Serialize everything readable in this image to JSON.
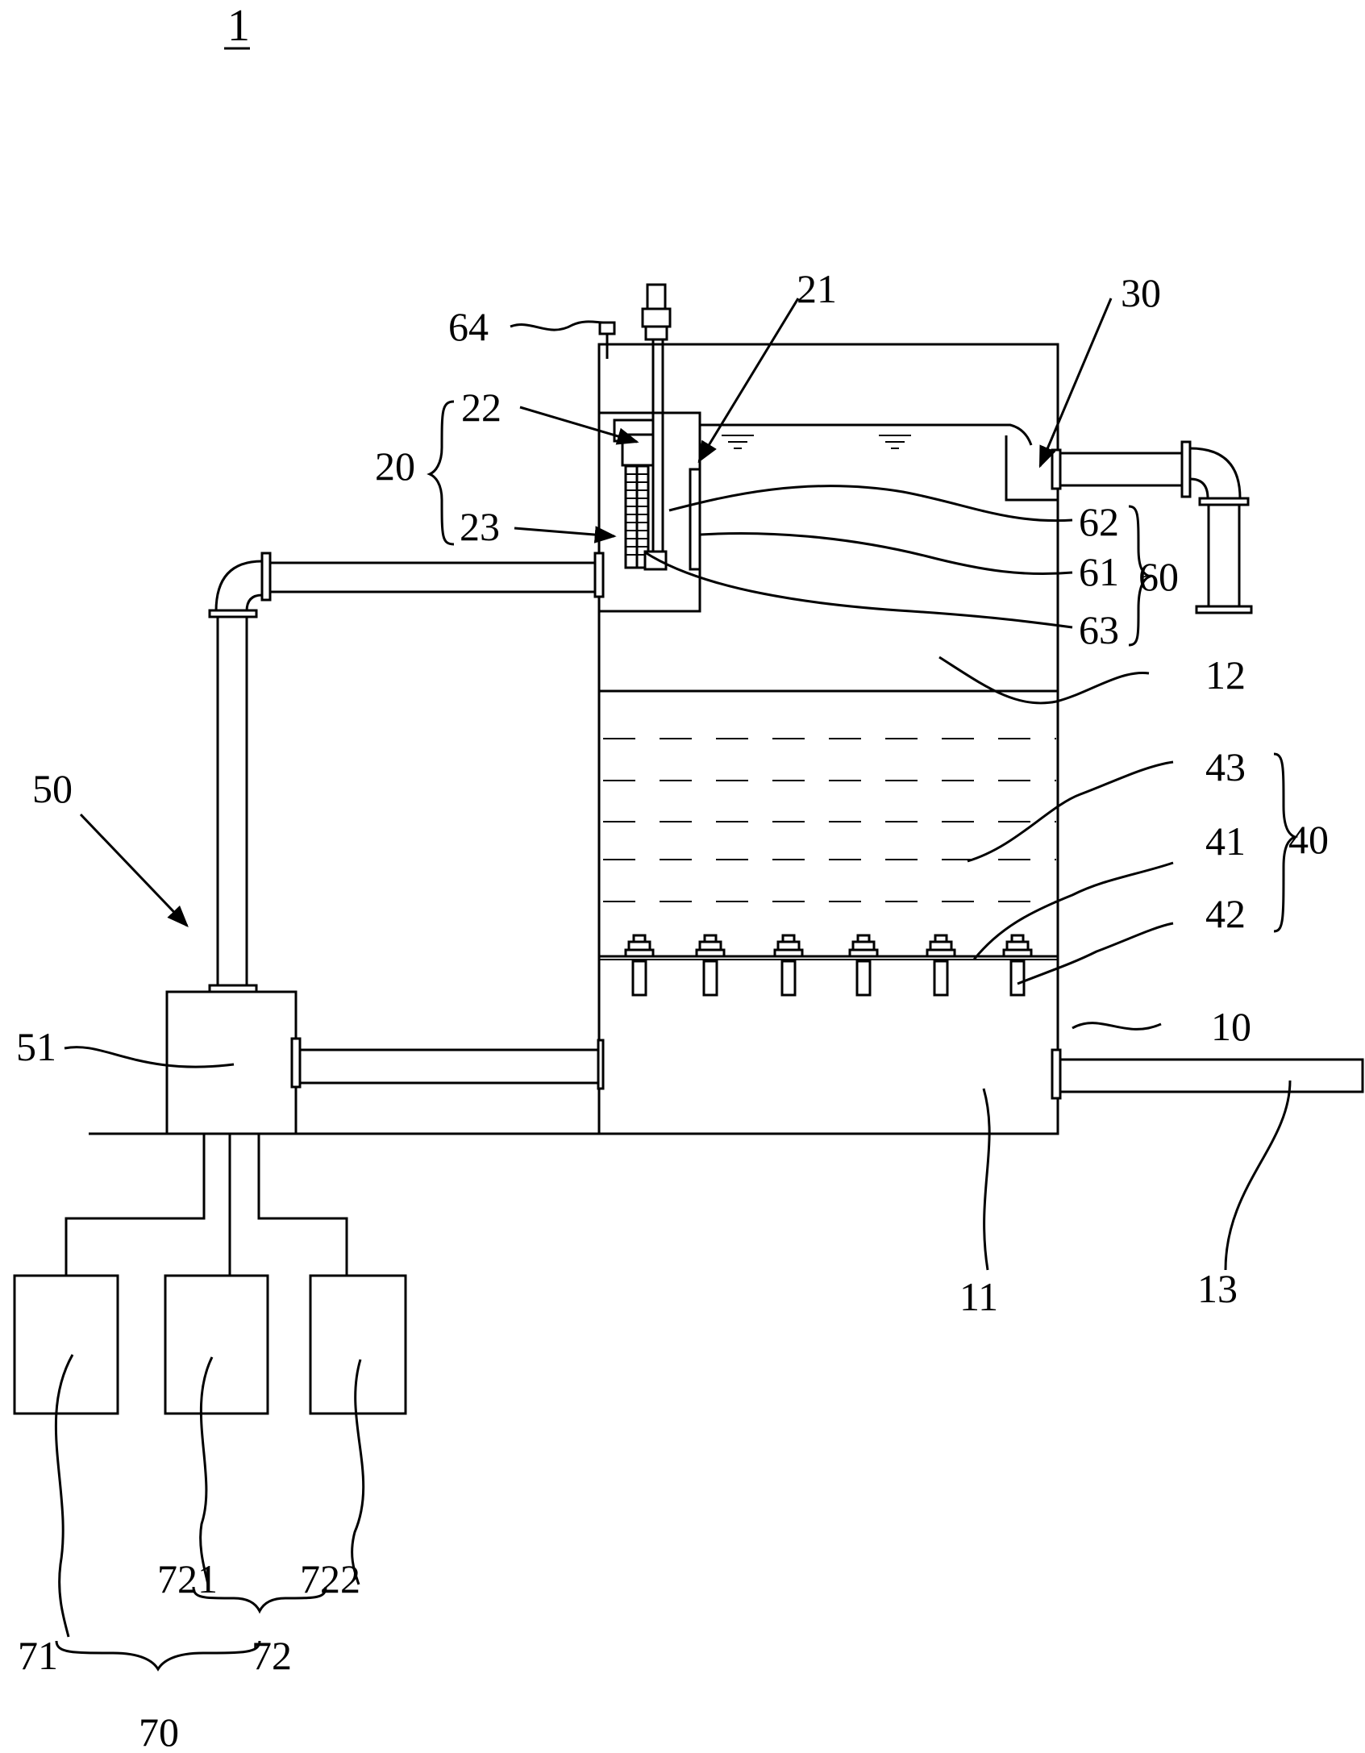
{
  "figure_number": "1",
  "labels": {
    "l10": "10",
    "l11": "11",
    "l12": "12",
    "l13": "13",
    "l20": "20",
    "l21": "21",
    "l22": "22",
    "l23": "23",
    "l30": "30",
    "l40": "40",
    "l41": "41",
    "l42": "42",
    "l43": "43",
    "l50": "50",
    "l51": "51",
    "l60": "60",
    "l61": "61",
    "l62": "62",
    "l63": "63",
    "l64": "64",
    "l70": "70",
    "l71": "71",
    "l72": "72",
    "l721": "721",
    "l722": "722"
  }
}
